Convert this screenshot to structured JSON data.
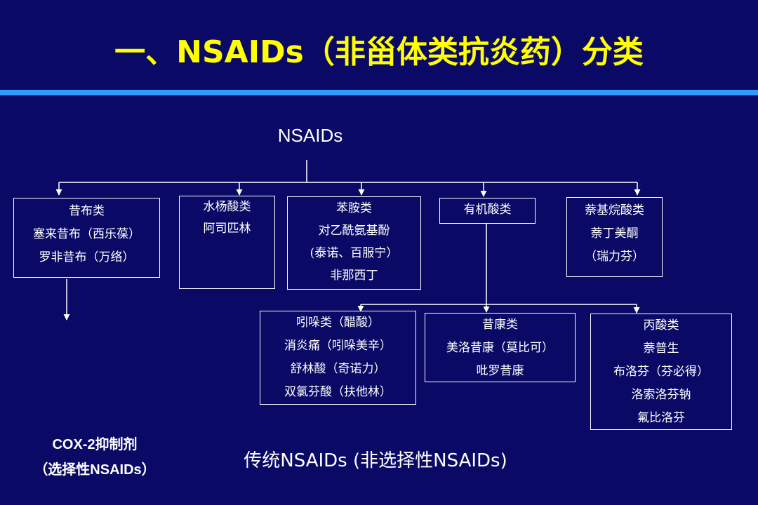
{
  "title": "一、NSAIDs（非甾体类抗炎药）分类",
  "root": "NSAIDs",
  "top_categories": [
    {
      "lines": [
        "昔布类",
        "塞来昔布（西乐葆）",
        "罗非昔布（万络）"
      ]
    },
    {
      "lines": [
        "水杨酸类",
        "阿司匹林"
      ]
    },
    {
      "lines": [
        "苯胺类",
        "对乙酰氨基酚",
        "(泰诺、百服宁）",
        "非那西丁"
      ]
    },
    {
      "lines": [
        "有机酸类"
      ]
    },
    {
      "lines": [
        "萘基烷酸类",
        "萘丁美酮",
        "（瑞力芬）"
      ]
    }
  ],
  "organic_acid_subcategories": [
    {
      "lines": [
        "吲哚类（醋酸）",
        "消炎痛（吲哚美辛）",
        "舒林酸（奇诺力）",
        "双氯芬酸（扶他林）"
      ]
    },
    {
      "lines": [
        "昔康类",
        "美洛昔康（莫比可）",
        "吡罗昔康"
      ]
    },
    {
      "lines": [
        "丙酸类",
        "萘普生",
        "布洛芬（芬必得）",
        "洛索洛芬钠",
        "氟比洛芬"
      ]
    }
  ],
  "cox2_label": [
    "COX-2抑制剂",
    "（选择性NSAIDs）"
  ],
  "traditional_label": "传统NSAIDs (非选择性NSAIDs)",
  "colors": {
    "background": "#0a0a66",
    "title": "#ffff00",
    "accent_bar": "#3399ff",
    "text": "#ffffff"
  }
}
